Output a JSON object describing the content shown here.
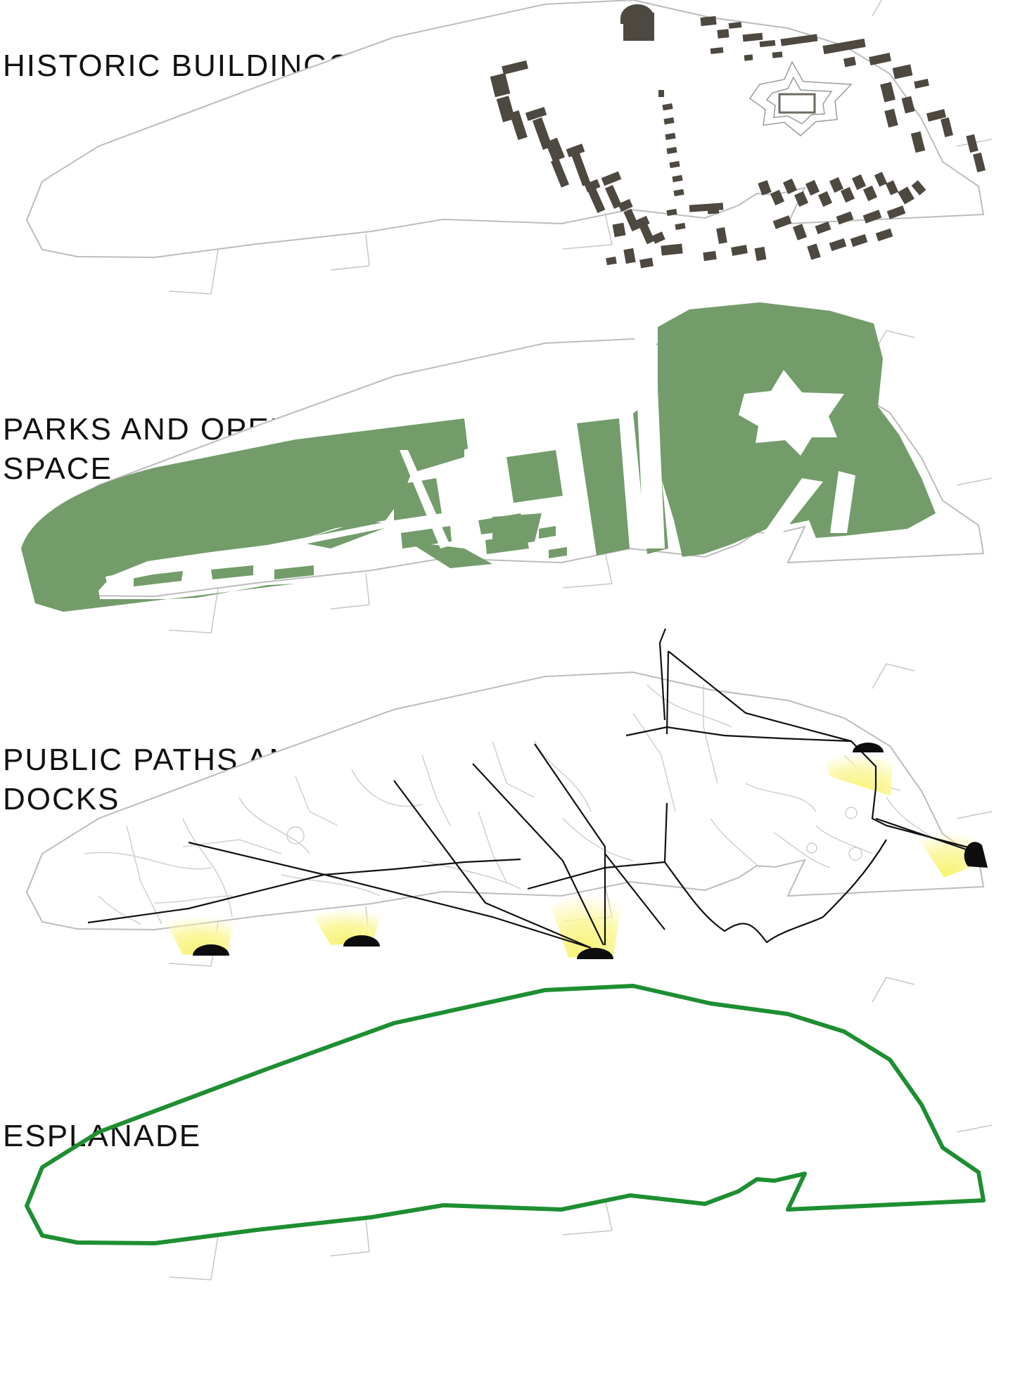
{
  "colors": {
    "background": "#ffffff",
    "outline": "#bcbcbc",
    "street": "#d2d2d2",
    "building": "#4e4940",
    "park": "#739c6a",
    "path": "#111111",
    "dock": "#0d0d0d",
    "dock_glow": "#fbf7a4",
    "esplanade": "#1e8e32"
  },
  "layers": [
    {
      "id": "historic",
      "title": "HISTORIC BUILDINGS",
      "feature": "historic-buildings"
    },
    {
      "id": "parks",
      "title": "PARKS AND OPEN SPACE",
      "feature": "parks-open-space"
    },
    {
      "id": "paths",
      "title": "PUBLIC PATHS AND DOCKS",
      "feature": "public-paths-docks"
    },
    {
      "id": "esplanade",
      "title": "ESPLANADE",
      "feature": "esplanade-loop"
    }
  ]
}
